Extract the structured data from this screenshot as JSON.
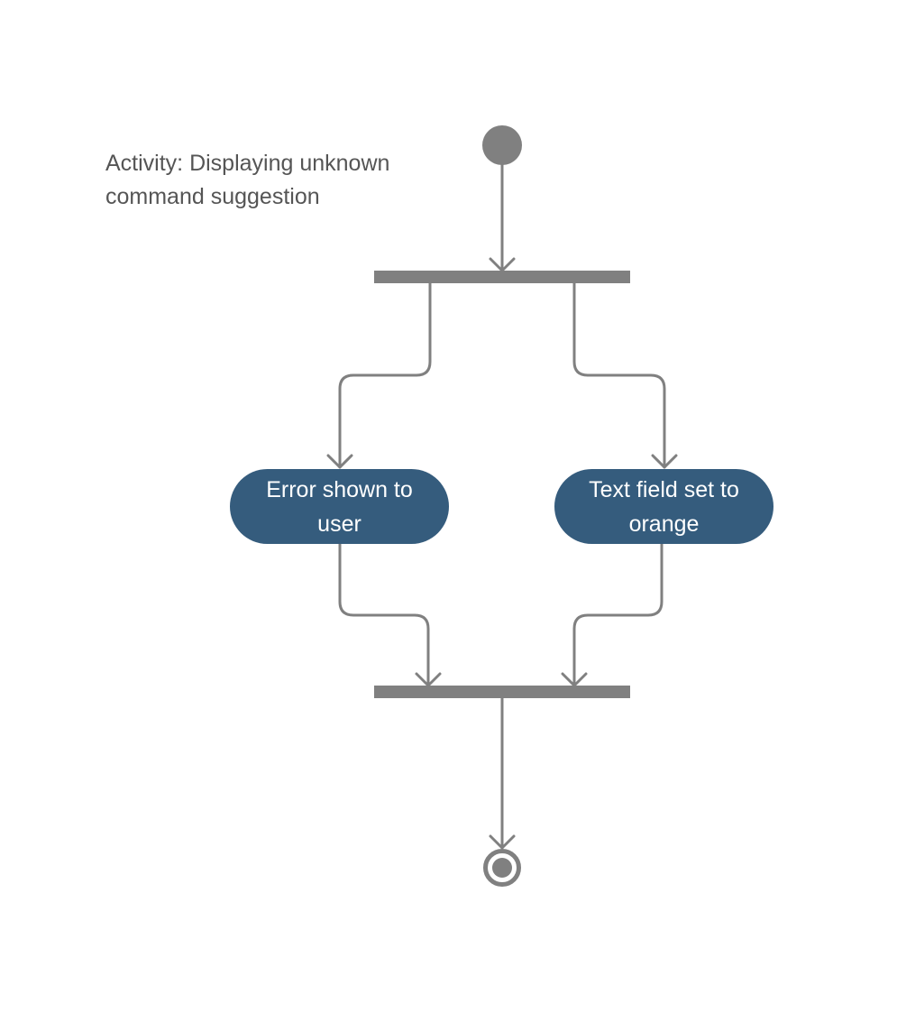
{
  "diagram": {
    "title": "Activity: Displaying unknown\ncommand suggestion",
    "activities": [
      {
        "label": "Error shown to user"
      },
      {
        "label": "Text field set to orange"
      }
    ],
    "colors": {
      "activity_fill": "#355c7d",
      "connector": "#808080",
      "text": "#555555"
    }
  }
}
